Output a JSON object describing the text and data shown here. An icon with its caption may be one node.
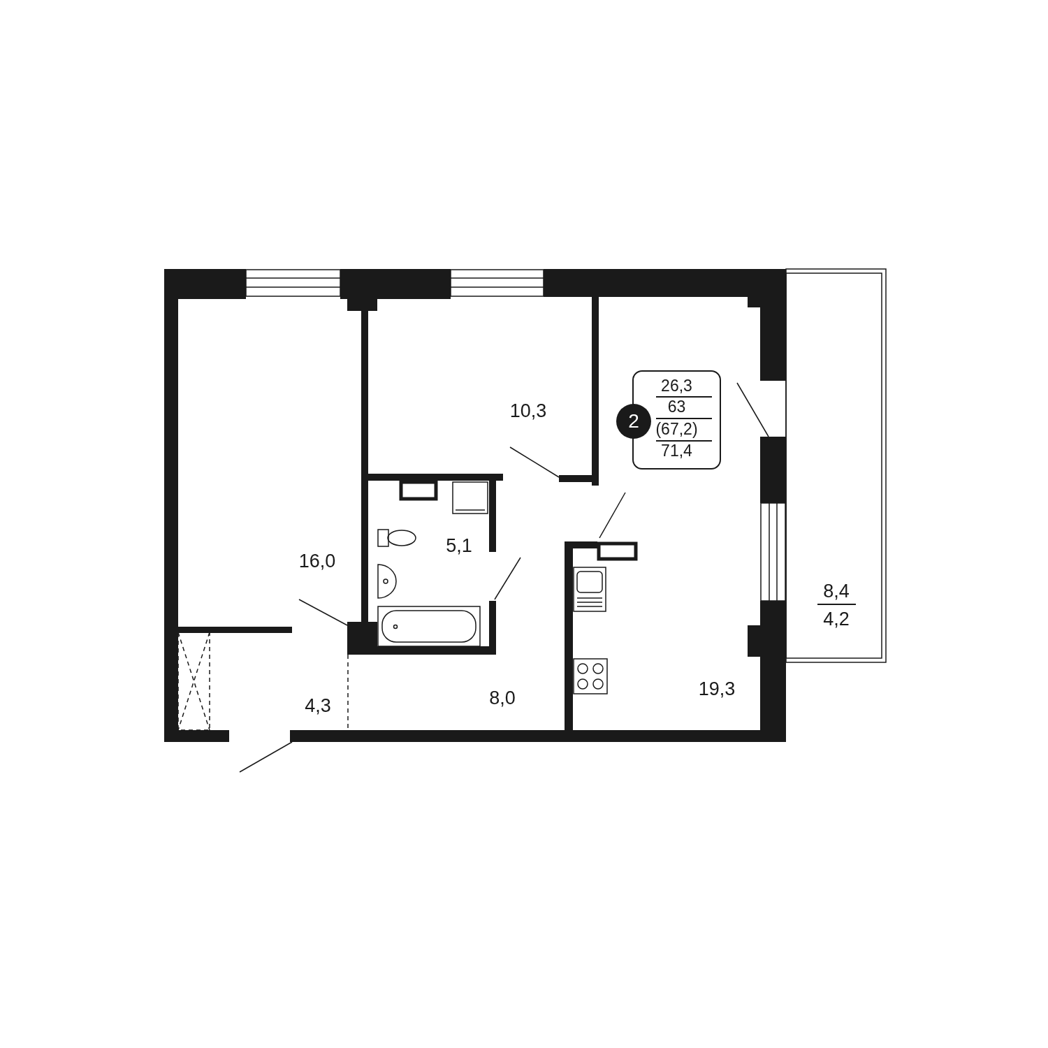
{
  "diagram": {
    "nodes": [
      {
        "text": [
          "26,3",
          "63",
          "(67,2)",
          "71,4"
        ]
      },
      {
        "text": [
          "2"
        ]
      }
    ],
    "edges": [],
    "labels": [
      "10,3",
      "16,0",
      "5,1",
      "4,3",
      "8,0",
      "19,3",
      "8,4",
      "4,2"
    ]
  }
}
